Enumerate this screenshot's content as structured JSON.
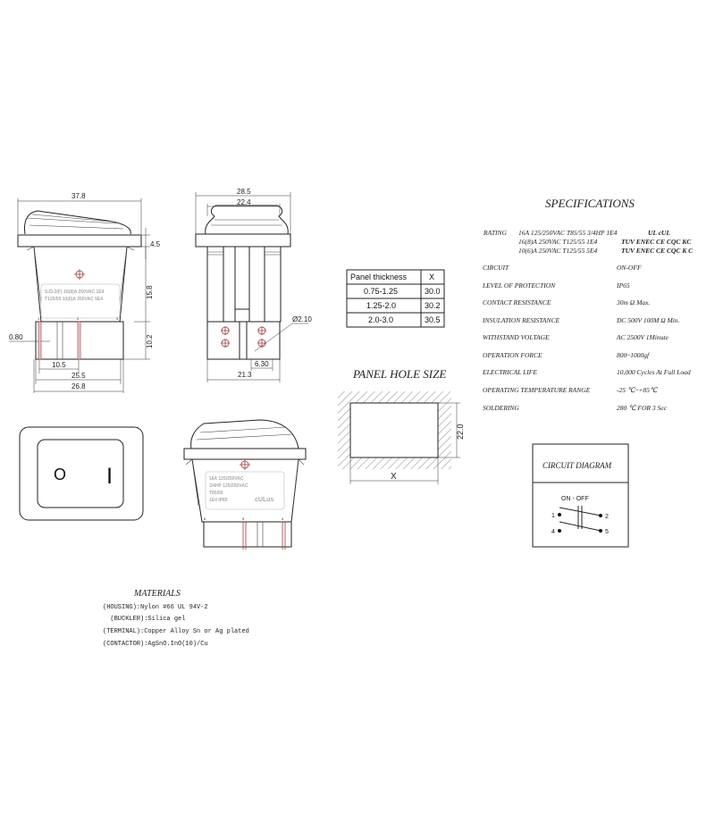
{
  "front_view": {
    "dims": {
      "width_top": "37.8",
      "flange": "4.5",
      "body_height": "15.8",
      "pin_height": "10.2",
      "pin_thickness": "0.80",
      "pin_pitch": "10.5",
      "body_width": "25.5",
      "base_width": "26.8"
    },
    "label_lines": [
      "SJ3-3(F)   16(8)A 250VAC 1E4",
      "T125/55    10(6)A 250VAC 5E4"
    ],
    "pin_numbers": [
      "1",
      "2",
      "3"
    ]
  },
  "side_view": {
    "dims": {
      "width_top": "28.5",
      "boot_width": "22.4",
      "hole_dia": "Ø2.10",
      "terminal_width": "6.30",
      "base_width": "21.3"
    }
  },
  "bottom_view": {
    "label_lines": [
      "16A  125/250VAC",
      "3/4HP  125/250VAC",
      "T85/55",
      "1E4  IP65"
    ],
    "ul_mark": "cULus",
    "pin_numbers": [
      "6",
      "5",
      "4"
    ]
  },
  "rocker_top": {
    "on_symbol": "O",
    "off_symbol": "|"
  },
  "panel_table": {
    "headers": [
      "Panel thickness",
      "X"
    ],
    "rows": [
      [
        "0.75-1.25",
        "30.0"
      ],
      [
        "1.25-2.0",
        "30.2"
      ],
      [
        "2.0-3.0",
        "30.5"
      ]
    ]
  },
  "panel_hole": {
    "title": "PANEL HOLE SIZE",
    "height_dim": "22.0",
    "width_dim": "X"
  },
  "specifications": {
    "title": "SPECIFICATIONS",
    "rating_label": "RATING",
    "rating_lines": [
      {
        "text": "16A  125/250VAC  T85/55  3/4HP   1E4",
        "marks": "UL  cUL"
      },
      {
        "text": "16(8)A  250VAC  T125/55  1E4",
        "marks": "TUV  ENEC  CE  CQC  KC"
      },
      {
        "text": "10(6)A  250VAC  T125/55  5E4",
        "marks": "TUV  ENEC  CE  CQC  K C"
      }
    ],
    "rows": [
      {
        "label": "CIRCUIT",
        "value": "ON-OFF"
      },
      {
        "label": " LEVEL OF PROTECTION",
        "value": "IP65"
      },
      {
        "label": "CONTACT RESISTANCE",
        "value": "30m Ω   Max."
      },
      {
        "label": " INSULATION  RESISTANCE",
        "value": "DC 500V 100M Ω Min."
      },
      {
        "label": "WITHSTAND VOLTAGE",
        "value": "AC 2500V 1Minute"
      },
      {
        "label": "OPERATION FORCE",
        "value": "800~1000gf"
      },
      {
        "label": "ELECTRICAL LIFE",
        "value": "10,000 Cycles At Full Load"
      },
      {
        "label": "OPERATING TEMPERATURE RANGE",
        "value": "-25 ℃~+85℃"
      },
      {
        "label": "SOLDERING",
        "value": "280 ℃  FOR 3 Sec"
      }
    ]
  },
  "circuit_diagram": {
    "title": "CIRCUIT DIAGRAM",
    "state_label": "ON   -   OFF",
    "terminals": [
      "1",
      "2",
      "4",
      "5"
    ]
  },
  "materials": {
    "title": "MATERIALS",
    "lines": [
      "(HOUSING):Nylon #66 UL 94V-2",
      "  (BUCKLER):Silica gel",
      "(TERMINAL):Copper Alloy Sn or Ag plated",
      "(CONTACTOR):AgSnO.InO(10)/Cu"
    ]
  },
  "colors": {
    "line": "#222222",
    "marker": "#bb3333"
  }
}
